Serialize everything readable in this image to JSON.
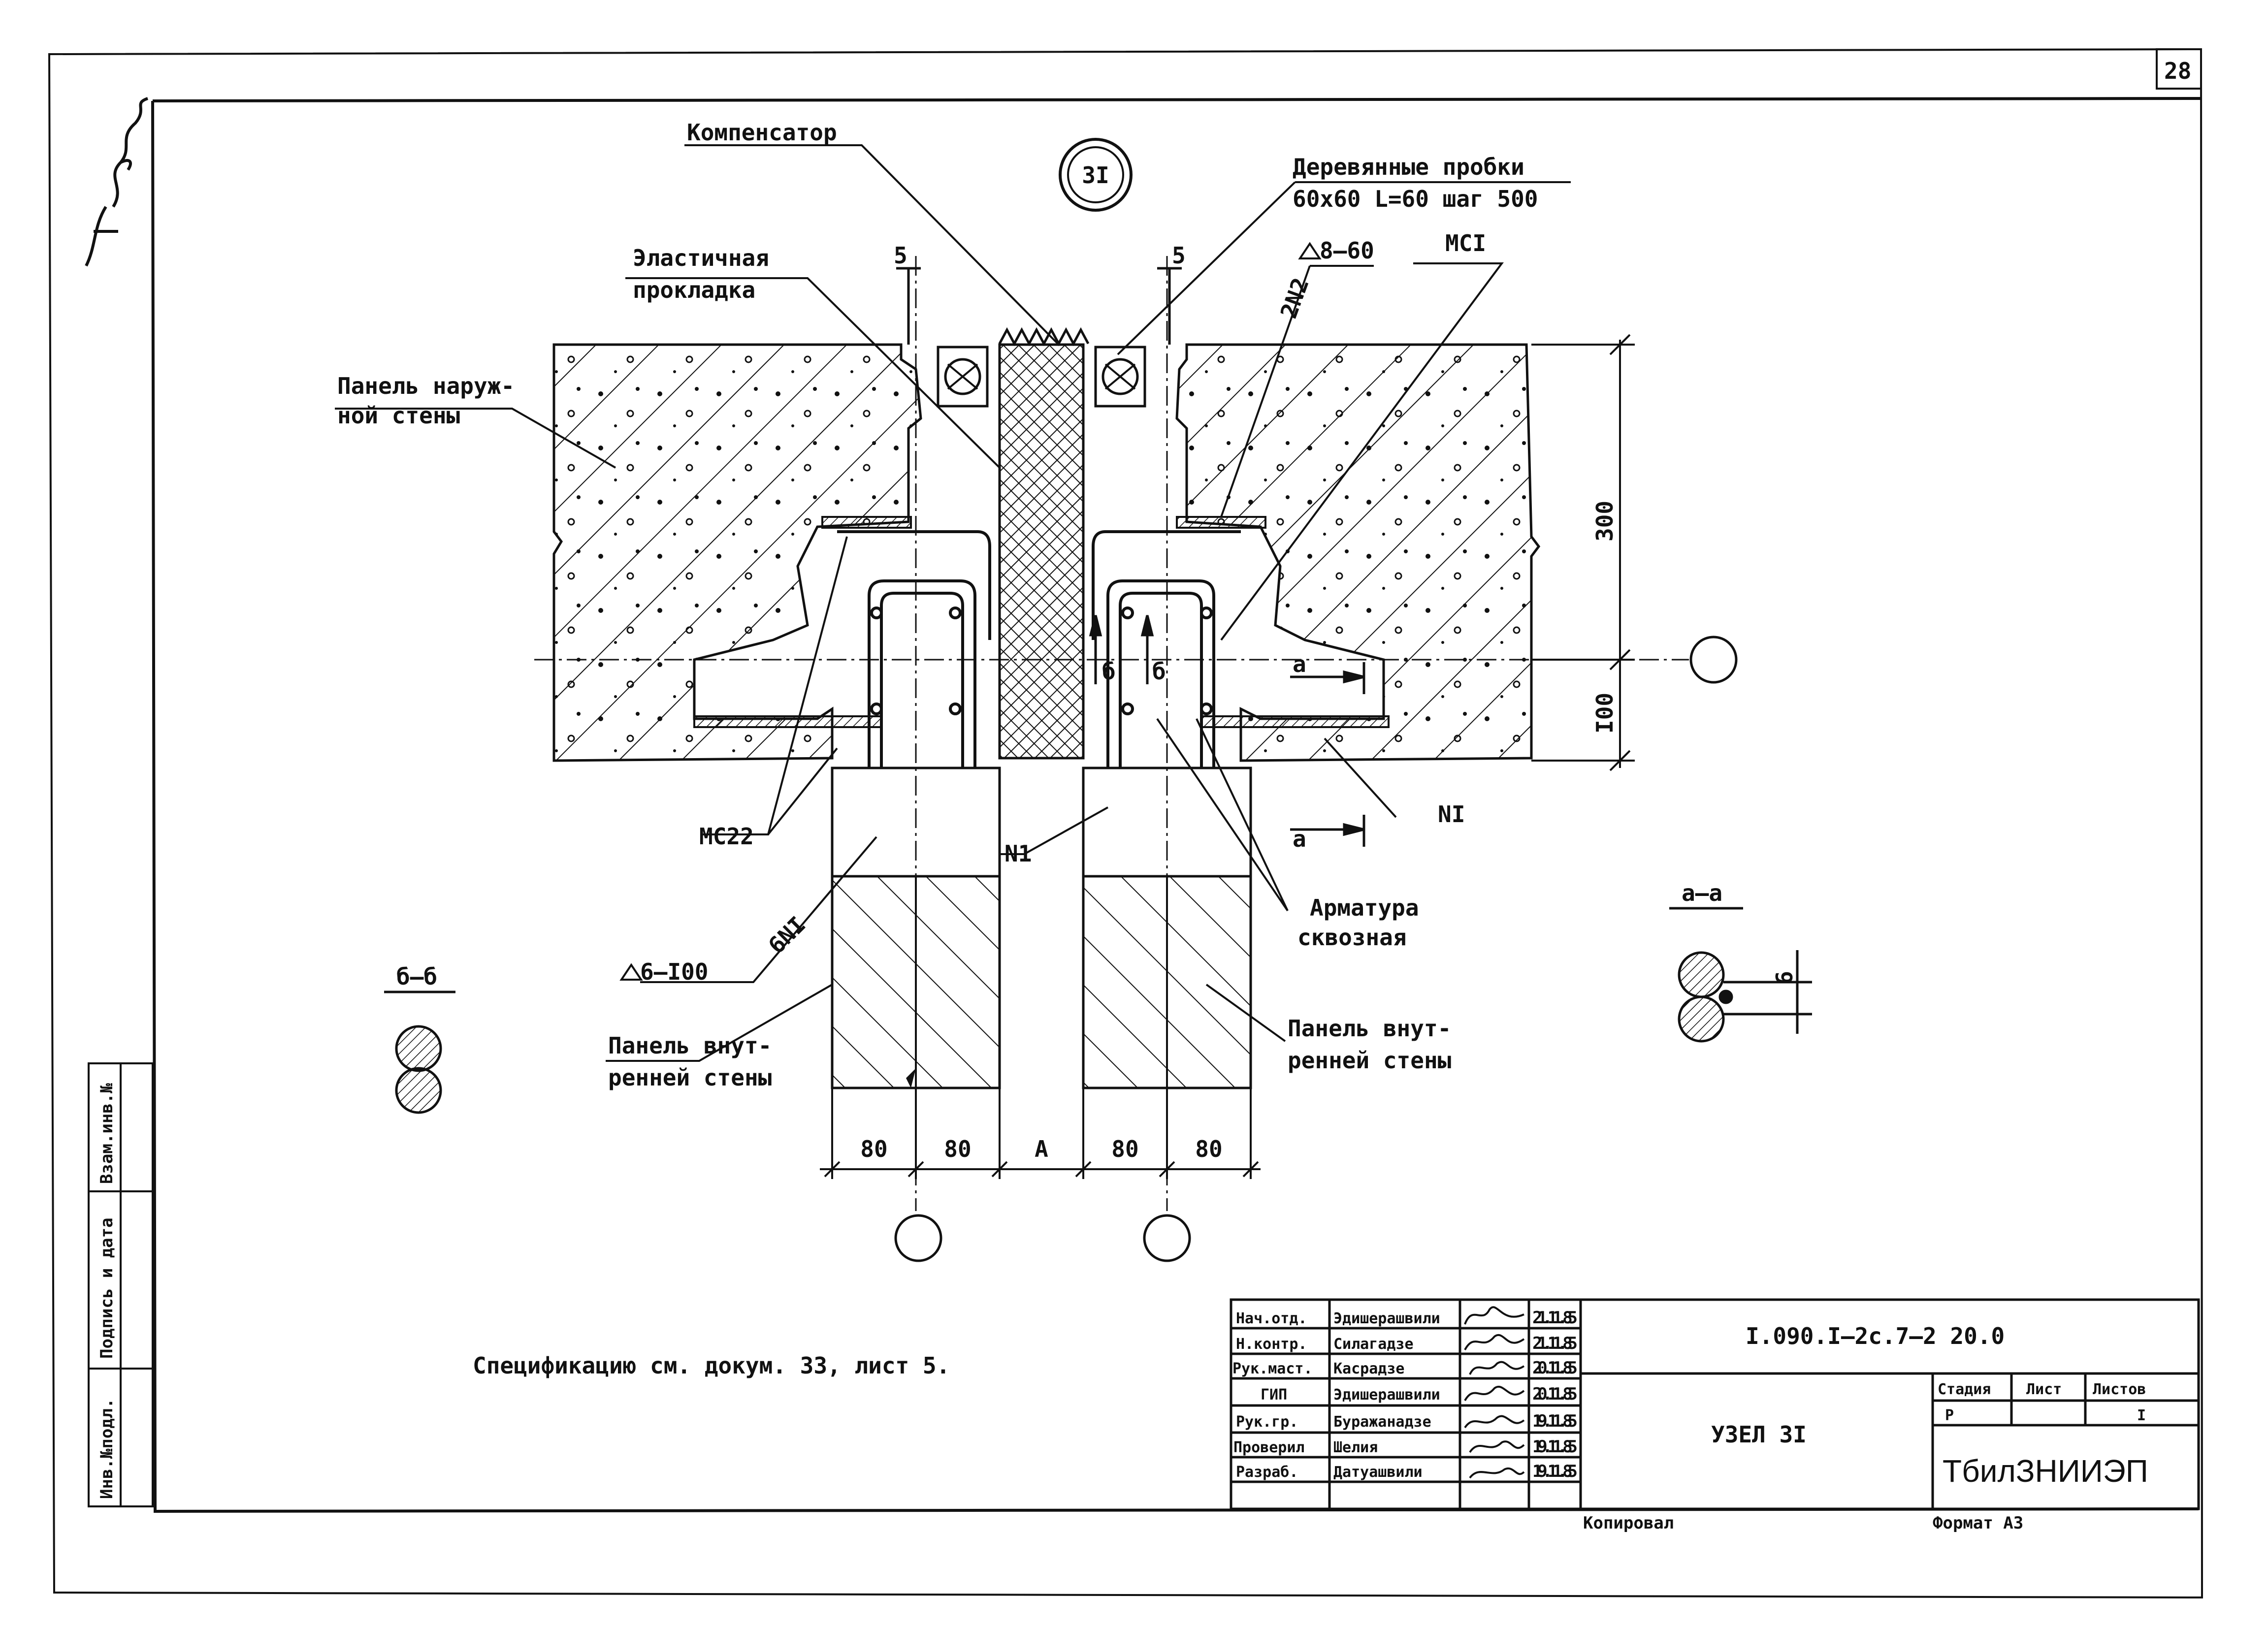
{
  "sheet_number": "28",
  "node_mark": "3I",
  "leaders": {
    "compensator": "Компенсатор",
    "wood_plugs_line1": "Деревянные пробки",
    "wood_plugs_line2": "60х60 L=60 шаг 500",
    "elastic_line1": "Эластичная",
    "elastic_line2": "прокладка",
    "outer_panel_line1": "Панель наруж-",
    "outer_panel_line2": "ной стены",
    "weld_8_60": "8–60",
    "mc1": "МСI",
    "n2_marks": "2N2",
    "mc22": "МС22",
    "n1_center": "N1",
    "n1_right": "NI",
    "weld_6_100": "6–I00",
    "n1_six": "6NI",
    "through_rebar_line1": "Арматура",
    "through_rebar_line2": "сквозная",
    "inner_panel_left_line1": "Панель внут-",
    "inner_panel_left_line2": "ренней стены",
    "inner_panel_right_line1": "Панель внут-",
    "inner_panel_right_line2": "ренней стены"
  },
  "section_marks": {
    "cut_5_left": "5",
    "cut_5_right": "5",
    "cut_b_left": "б",
    "cut_b_right": "б",
    "cut_a_top": "а",
    "cut_a_bottom": "а",
    "section_bb_title": "б–б",
    "section_aa_title": "а–а",
    "section_aa_dim": "6"
  },
  "dimensions": {
    "height_300": "300",
    "height_100": "I00",
    "w1": "80",
    "w2": "80",
    "gap": "А",
    "w3": "80",
    "w4": "80"
  },
  "spec_note": "Спецификацию см. докум. 33, лист 5.",
  "side_stamp": {
    "inv_orig": "Инв.№подл.",
    "sign_date": "Подпись и дата",
    "replace_inv": "Взам.инв.№"
  },
  "handwritten_signature": "Н.Жиц",
  "title_block": {
    "roles": [
      {
        "role": "Нач.отд.",
        "name": "Эдишерашвили",
        "date": "21.11.85"
      },
      {
        "role": "Н.контр.",
        "name": "Силагадзе",
        "date": "21.11.85"
      },
      {
        "role": "Рук.маст.",
        "name": "Касрадзе",
        "date": "20.11.85"
      },
      {
        "role": "ГИП",
        "name": "Эдишерашвили",
        "date": "20.11.85"
      },
      {
        "role": "Рук.гр.",
        "name": "Буражанадзе",
        "date": "19.11.85"
      },
      {
        "role": "Проверил",
        "name": "Шелия",
        "date": "19.11.85"
      },
      {
        "role": "Разраб.",
        "name": "Датуашвили",
        "date": "19.11.85"
      }
    ],
    "doc_code": "I.090.I–2с.7–2 20.0",
    "drawing_title": "УЗЕЛ 3I",
    "stage_label": "Стадия",
    "sheet_label": "Лист",
    "sheets_label": "Листов",
    "stage_value": "Р",
    "sheets_value": "I",
    "organization": "ТбилЗНИИЭП",
    "copied_by": "Копировал",
    "format": "Формат А3"
  }
}
